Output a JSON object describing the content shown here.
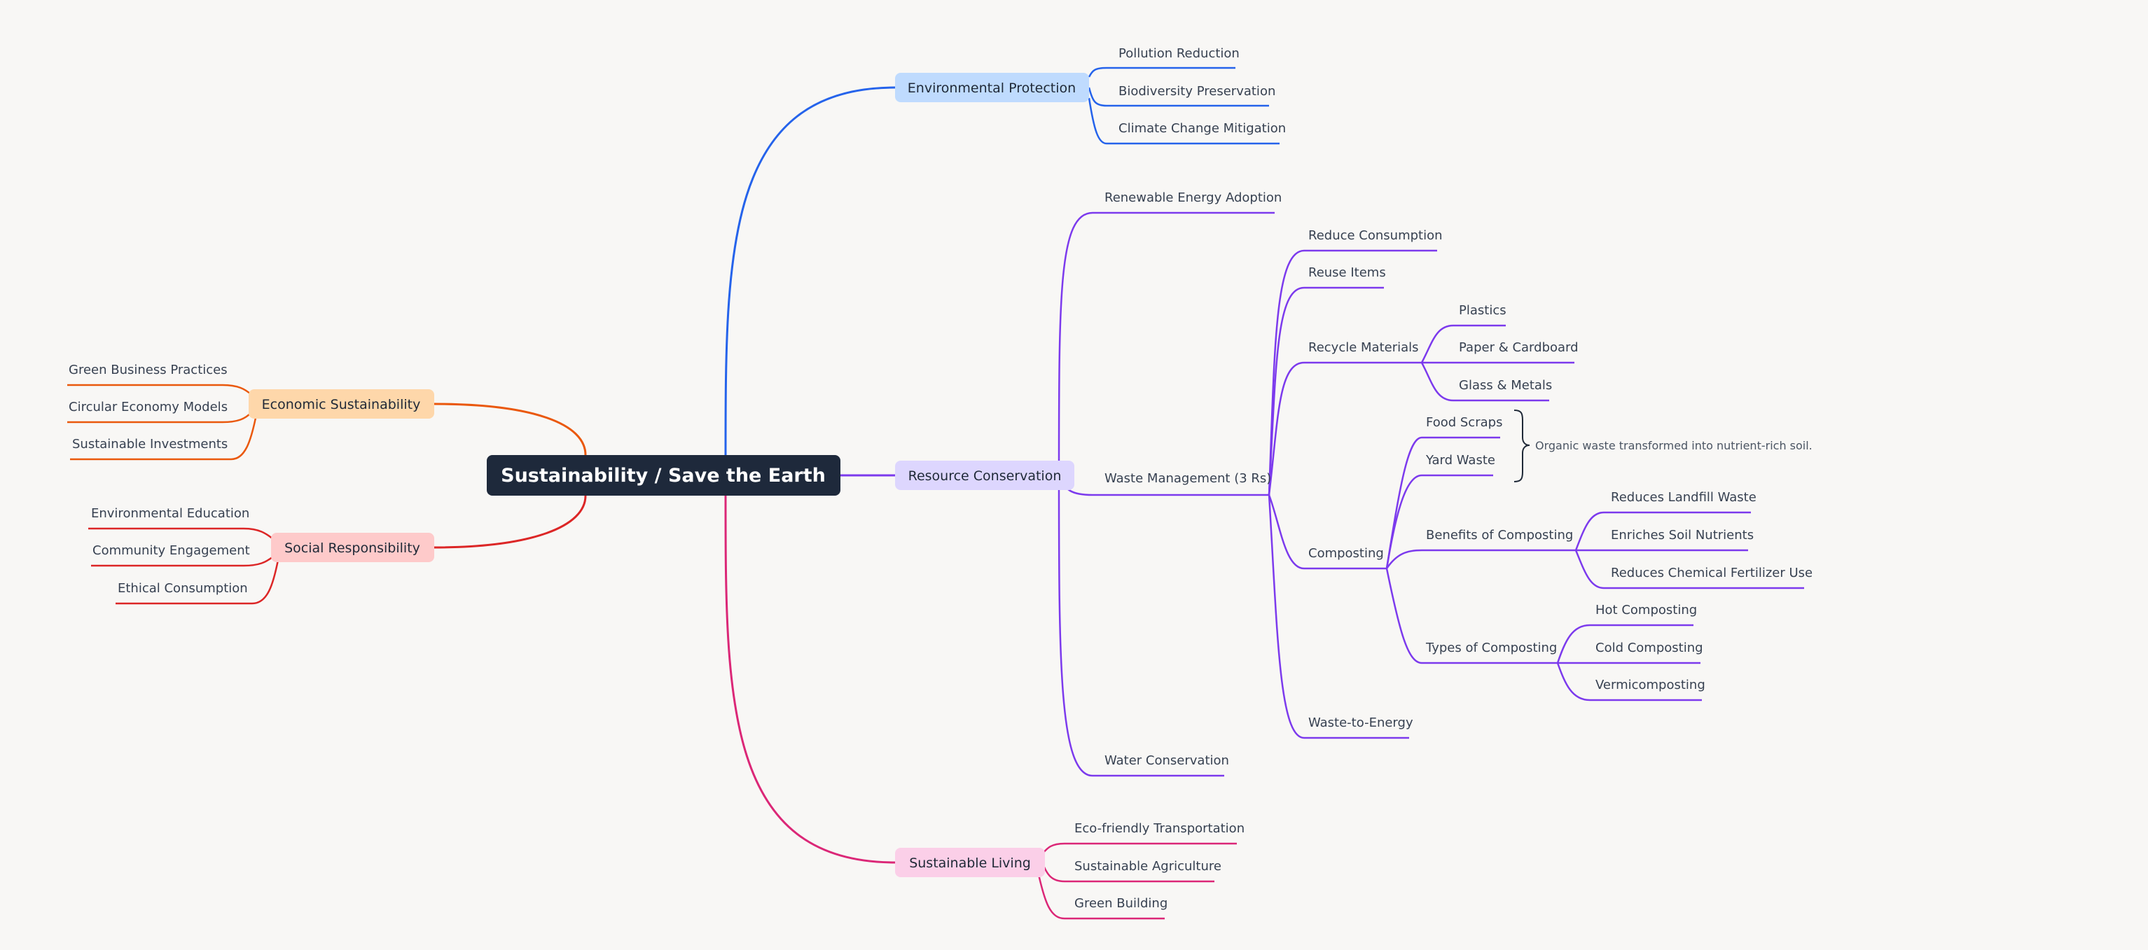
{
  "root": {
    "label": "Sustainability / Save the Earth",
    "fill": "#1e293b"
  },
  "branches": {
    "environmental_protection": {
      "label": "Environmental Protection",
      "fill": "#bfdbfe",
      "color": "#2563eb",
      "children": [
        "Pollution Reduction",
        "Biodiversity Preservation",
        "Climate Change Mitigation"
      ]
    },
    "resource_conservation": {
      "label": "Resource Conservation",
      "fill": "#ddd6fe",
      "color": "#7c3aed",
      "renewable": "Renewable Energy Adoption",
      "waste_management": {
        "label": "Waste Management (3 Rs)",
        "reduce": "Reduce Consumption",
        "reuse": "Reuse Items",
        "recycle": {
          "label": "Recycle Materials",
          "children": [
            "Plastics",
            "Paper & Cardboard",
            "Glass & Metals"
          ]
        },
        "composting": {
          "label": "Composting",
          "food_scraps": "Food Scraps",
          "yard_waste": "Yard Waste",
          "note": "Organic waste transformed into nutrient-rich soil.",
          "benefits": {
            "label": "Benefits of Composting",
            "children": [
              "Reduces Landfill Waste",
              "Enriches Soil Nutrients",
              "Reduces Chemical Fertilizer Use"
            ]
          },
          "types": {
            "label": "Types of Composting",
            "children": [
              "Hot Composting",
              "Cold Composting",
              "Vermicomposting"
            ]
          }
        },
        "waste_to_energy": "Waste-to-Energy"
      },
      "water": "Water Conservation"
    },
    "sustainable_living": {
      "label": "Sustainable Living",
      "fill": "#fbcfe8",
      "color": "#db2777",
      "children": [
        "Eco-friendly Transportation",
        "Sustainable Agriculture",
        "Green Building"
      ]
    },
    "economic_sustainability": {
      "label": "Economic Sustainability",
      "fill": "#fed7aa",
      "color": "#ea580c",
      "children": [
        "Green Business Practices",
        "Circular Economy Models",
        "Sustainable Investments"
      ]
    },
    "social_responsibility": {
      "label": "Social Responsibility",
      "fill": "#fecaca",
      "color": "#dc2626",
      "children": [
        "Environmental Education",
        "Community Engagement",
        "Ethical Consumption"
      ]
    }
  }
}
